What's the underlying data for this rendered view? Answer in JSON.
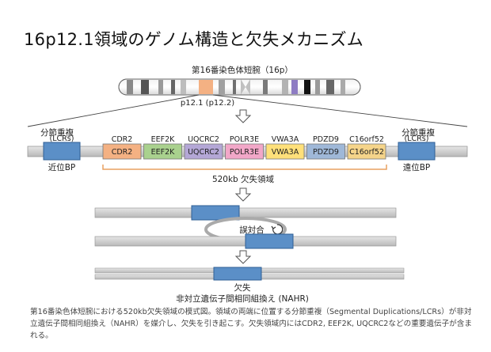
{
  "title": "16p12.1領域のゲノム構造と欠失メカニズム",
  "chromosome": {
    "label": "第16番染色体短腕（16p）",
    "band_label": "p12.1 (p12.2)"
  },
  "lcr_left": {
    "top_label": "分節重複",
    "box_label": "(LCRs)",
    "bp_label": "近位BP"
  },
  "lcr_right": {
    "top_label": "分節重複",
    "box_label": "(LCRs)",
    "bp_label": "遠位BP"
  },
  "genes": [
    {
      "name": "CDR2",
      "color": "#f4b183"
    },
    {
      "name": "EEF2K",
      "color": "#a9d18e"
    },
    {
      "name": "UQCRC2",
      "color": "#b4a7d6"
    },
    {
      "name": "POLR3E",
      "color": "#f2a7c8"
    },
    {
      "name": "VWA3A",
      "color": "#ffe07a"
    },
    {
      "name": "PDZD9",
      "color": "#9fb8d8"
    },
    {
      "name": "C16orf52",
      "color": "#f5d48a"
    }
  ],
  "deletion_label": "520kb 欠失領域",
  "misalign_label": "誤対合",
  "result_label": "欠失",
  "mechanism_label": "非対立遺伝子間相同組換え (NAHR)",
  "caption": "第16番染色体短腕における520kb欠失領域の模式図。領域の両端に位置する分節重複（Segmental Duplications/LCRs）が非対立遺伝子間相同組換え（NAHR）を媒介し、欠失を引き起こす。欠失領域内にはCDR2, EEF2K, UQCRC2などの重要遺伝子が含まれる。",
  "colors": {
    "lcr_blue": "#5b8fc7",
    "bar_gray": "#c8c8c8",
    "band_highlight": "#f4b183",
    "bracket_orange": "#e8a060"
  }
}
